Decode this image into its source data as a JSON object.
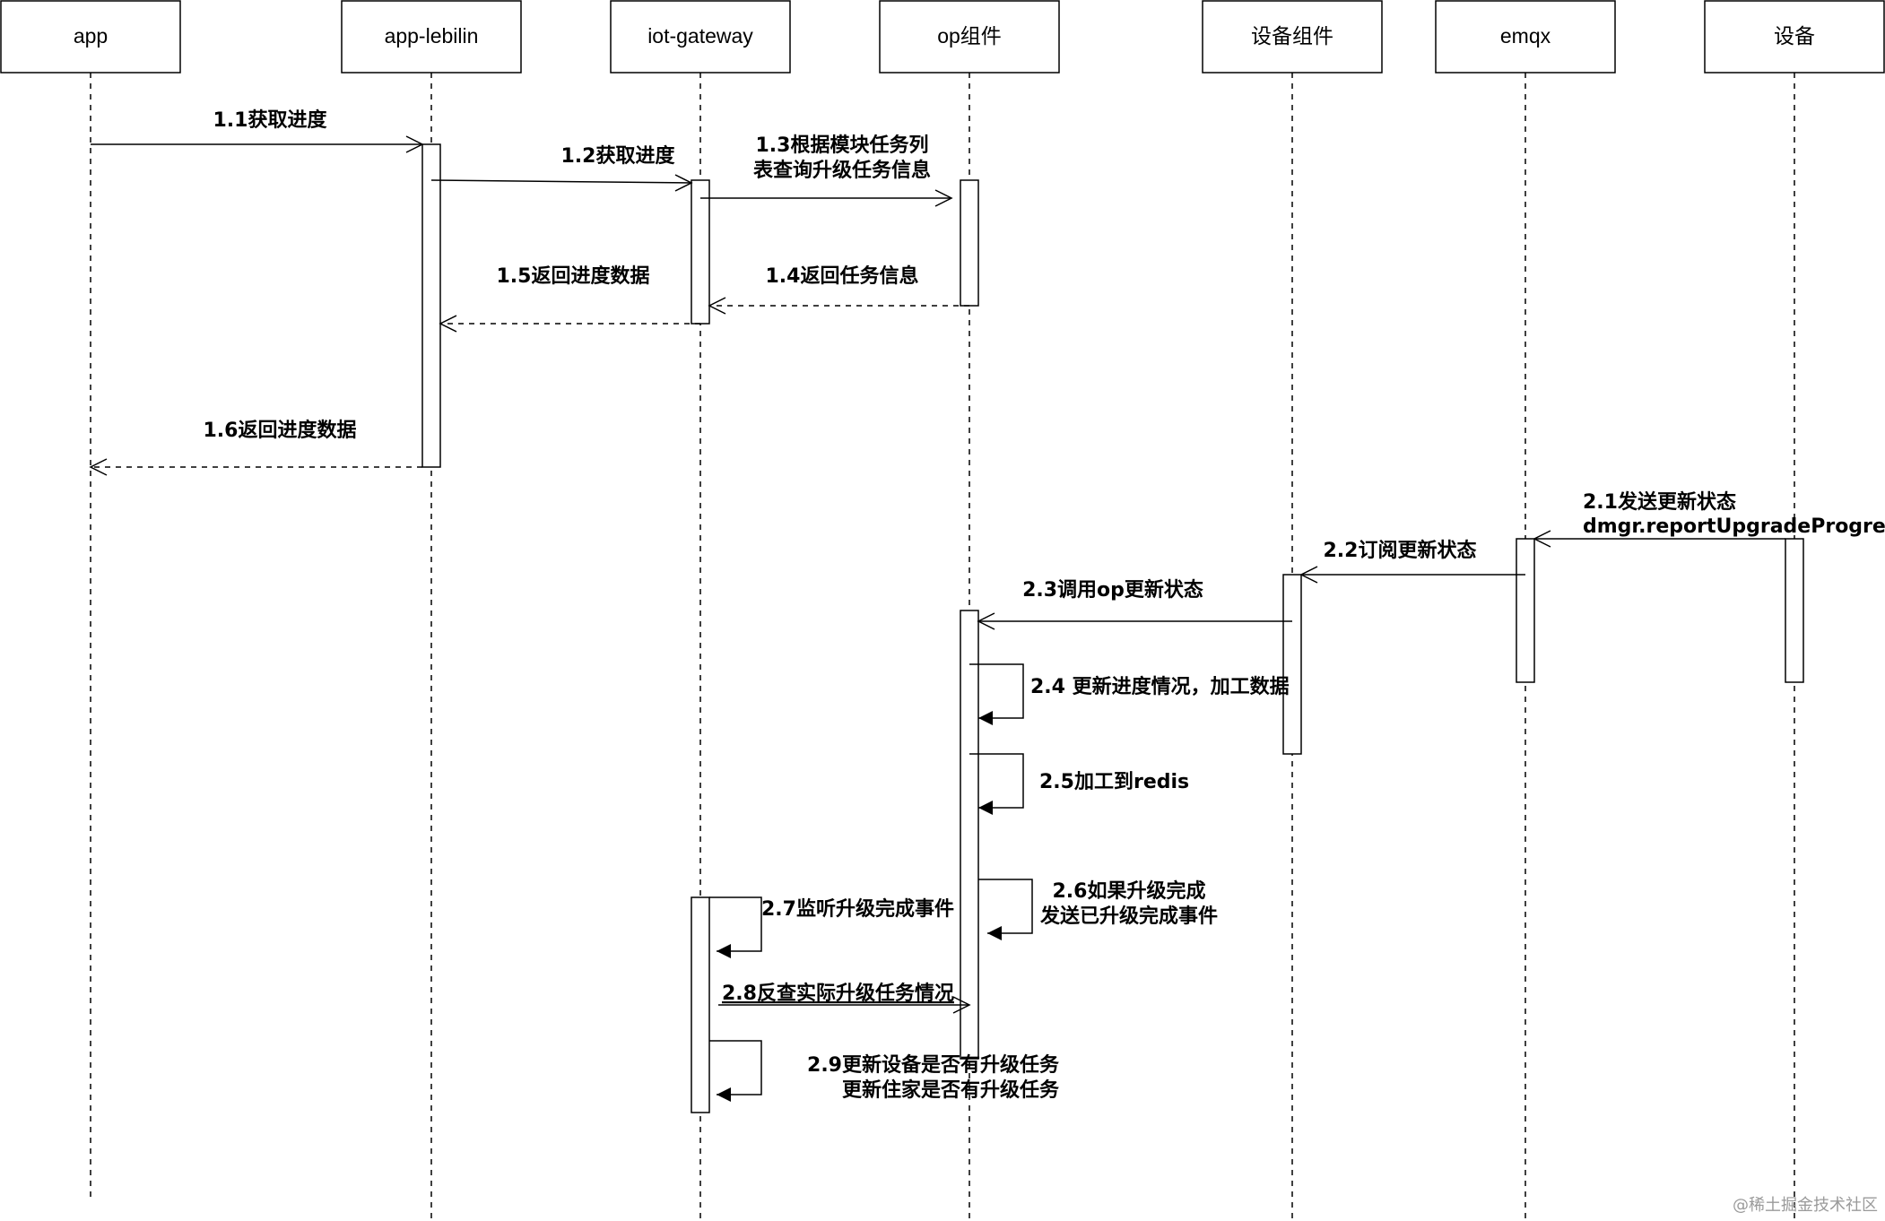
{
  "participants": [
    {
      "id": "app",
      "label": "app"
    },
    {
      "id": "lebilin",
      "label": "app-lebilin"
    },
    {
      "id": "gateway",
      "label": "iot-gateway"
    },
    {
      "id": "op",
      "label": "op组件"
    },
    {
      "id": "devcomp",
      "label": "设备组件"
    },
    {
      "id": "emqx",
      "label": "emqx"
    },
    {
      "id": "device",
      "label": "设备"
    }
  ],
  "messages": {
    "m1_1": "1.1获取进度",
    "m1_2": "1.2获取进度",
    "m1_3_line1": "1.3根据模块任务列",
    "m1_3_line2": "表查询升级任务信息",
    "m1_4": "1.4返回任务信息",
    "m1_5": "1.5返回进度数据",
    "m1_6": "1.6返回进度数据",
    "m2_1_line1": "2.1发送更新状态",
    "m2_1_line2": "dmgr.reportUpgradeProgress",
    "m2_2": "2.2订阅更新状态",
    "m2_3": "2.3调用op更新状态",
    "m2_4": "2.4 更新进度情况，加工数据",
    "m2_5": "2.5加工到redis",
    "m2_6_line1": "2.6如果升级完成",
    "m2_6_line2": "发送已升级完成事件",
    "m2_7": "2.7监听升级完成事件",
    "m2_8": "2.8反查实际升级任务情况",
    "m2_9_line1": "2.9更新设备是否有升级任务",
    "m2_9_line2": "更新住家是否有升级任务"
  },
  "watermark": "@稀土掘金技术社区"
}
